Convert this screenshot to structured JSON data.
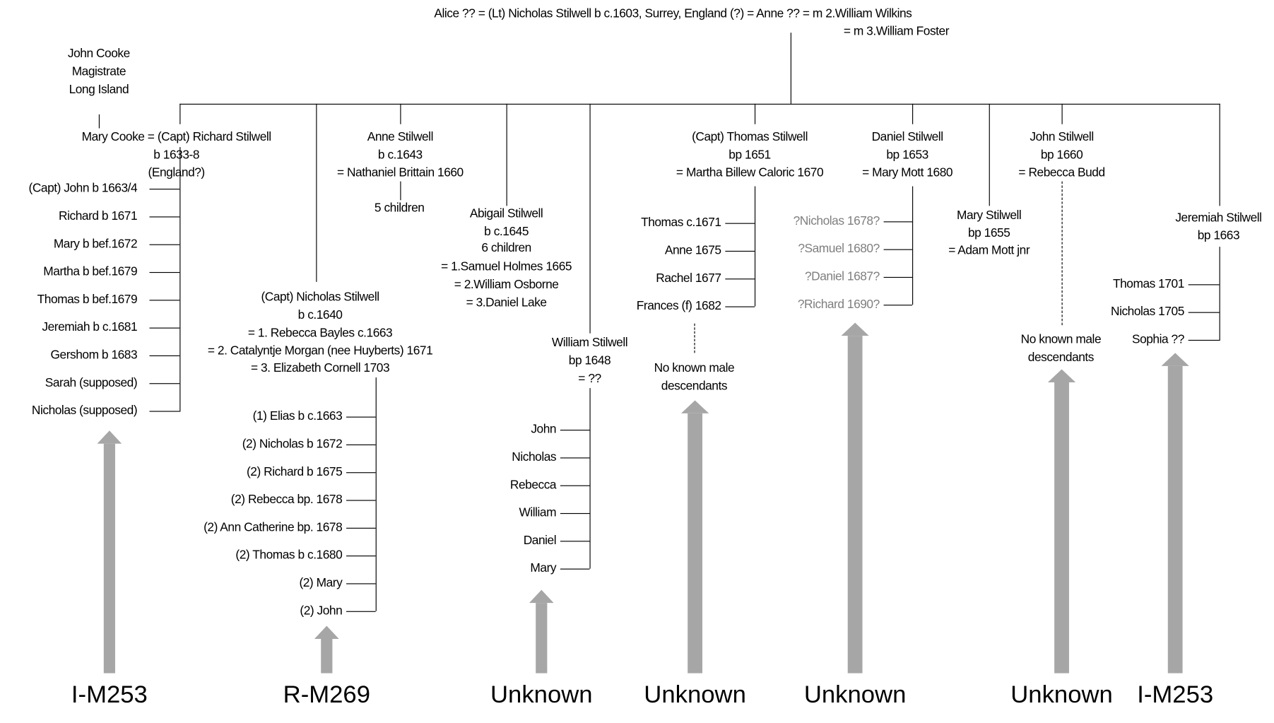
{
  "root": {
    "line1": "Alice ?? = (Lt) Nicholas Stilwell b c.1603, Surrey, England (?) = Anne ?? = m 2.William Wilkins",
    "line2": "= m 3.William Foster"
  },
  "john_cooke": [
    "John Cooke",
    "Magistrate",
    "Long Island"
  ],
  "richard": {
    "lines": [
      "Mary Cooke = (Capt) Richard Stilwell",
      "b 1633-8",
      "(England?)"
    ],
    "children": [
      "(Capt) John b 1663/4",
      "Richard b 1671",
      "Mary b bef.1672",
      "Martha b bef.1679",
      "Thomas b bef.1679",
      "Jeremiah b c.1681",
      "Gershom b 1683",
      "Sarah (supposed)",
      "Nicholas (supposed)"
    ]
  },
  "anne": {
    "lines": [
      "Anne Stilwell",
      "b c.1643",
      "= Nathaniel Brittain 1660"
    ],
    "note": "5 children"
  },
  "abigail": {
    "lines": [
      "Abigail Stilwell",
      "b c.1645",
      "6 children",
      "= 1.Samuel Holmes 1665",
      "= 2.William Osborne",
      "= 3.Daniel Lake"
    ]
  },
  "nicholas": {
    "lines": [
      "(Capt) Nicholas Stilwell",
      "b c.1640",
      "= 1. Rebecca Bayles c.1663",
      "= 2. Catalyntje Morgan (nee Huyberts) 1671",
      "= 3. Elizabeth Cornell 1703"
    ],
    "children": [
      "(1) Elias b c.1663",
      "(2) Nicholas b 1672",
      "(2) Richard b 1675",
      "(2) Rebecca bp. 1678",
      "(2) Ann Catherine bp. 1678",
      "(2) Thomas b c.1680",
      "(2) Mary",
      "(2) John"
    ]
  },
  "william": {
    "lines": [
      "William Stilwell",
      "bp 1648",
      "= ??"
    ],
    "children": [
      "John",
      "Nicholas",
      "Rebecca",
      "William",
      "Daniel",
      "Mary"
    ]
  },
  "thomas": {
    "lines": [
      "(Capt) Thomas Stilwell",
      "bp 1651",
      "= Martha Billew Caloric 1670"
    ],
    "children": [
      "Thomas c.1671",
      "Anne 1675",
      "Rachel 1677",
      "Frances (f) 1682"
    ],
    "note": [
      "No known male",
      "descendants"
    ]
  },
  "daniel": {
    "lines": [
      "Daniel Stilwell",
      "bp 1653",
      "= Mary Mott 1680"
    ],
    "children": [
      "?Nicholas 1678?",
      "?Samuel 1680?",
      "?Daniel 1687?",
      "?Richard 1690?"
    ]
  },
  "mary": {
    "lines": [
      "Mary Stilwell",
      "bp 1655",
      "= Adam Mott jnr"
    ]
  },
  "john": {
    "lines": [
      "John Stilwell",
      "bp 1660",
      "= Rebecca Budd"
    ],
    "note": [
      "No known male",
      "descendants"
    ]
  },
  "jeremiah": {
    "lines": [
      "Jeremiah Stilwell",
      "bp 1663"
    ],
    "children": [
      "Thomas 1701",
      "Nicholas 1705",
      "Sophia ??"
    ]
  },
  "haplogroups": [
    "I-M253",
    "R-M269",
    "Unknown",
    "Unknown",
    "Unknown",
    "Unknown",
    "I-M253"
  ],
  "colors": {
    "line": "#000000",
    "arrow": "#a6a6a6",
    "uncertain": "#7f7f7f"
  }
}
